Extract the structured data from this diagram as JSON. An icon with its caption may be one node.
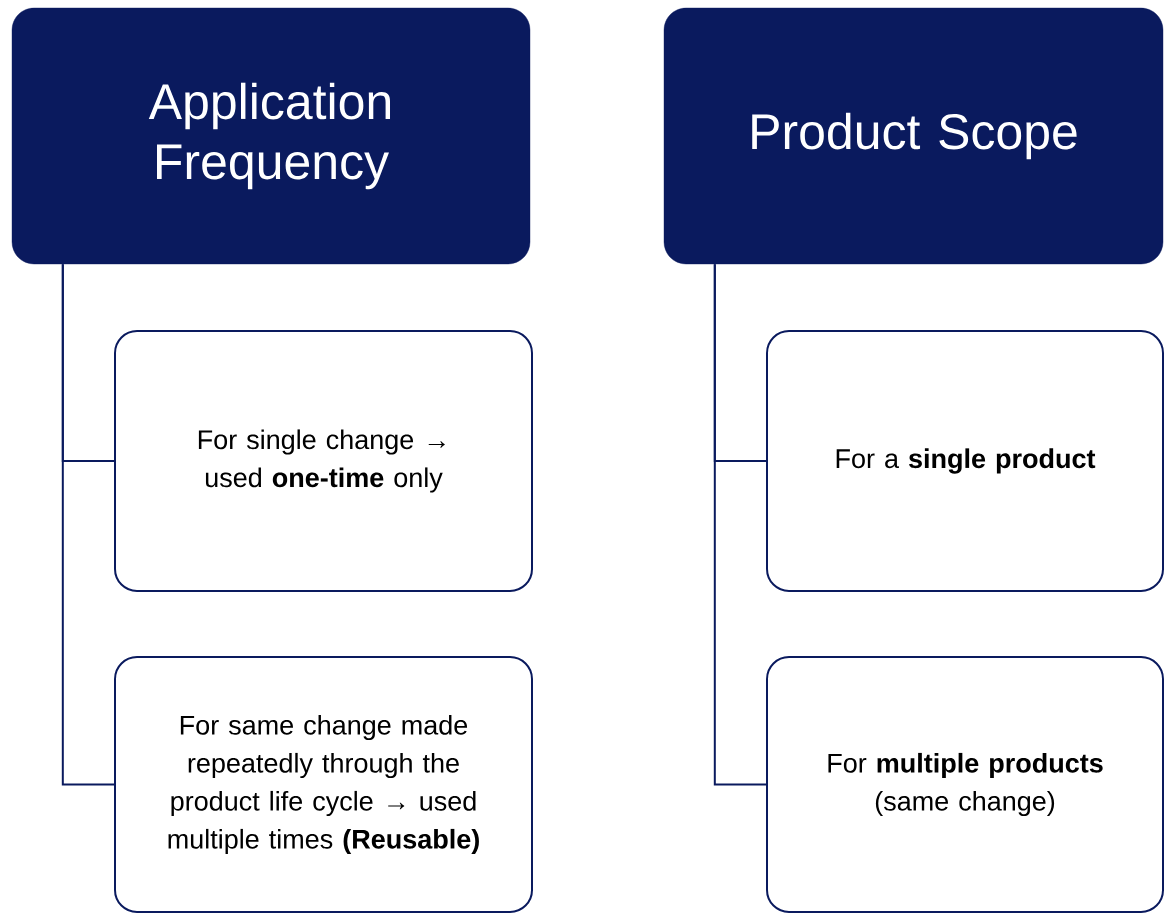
{
  "diagram": {
    "nodes": [
      {
        "text": [
          "Application Frequency"
        ]
      },
      {
        "text": [
          "For single change → used **one-time** only"
        ]
      },
      {
        "text": [
          "For same change made repeatedly through the product life cycle → used multiple times **(Reusable)**"
        ]
      },
      {
        "text": [
          "Product Scope"
        ]
      },
      {
        "text": [
          "For a **single product**"
        ]
      },
      {
        "text": [
          "For **multiple products** (same change)"
        ]
      }
    ],
    "edges": [
      {
        "from": 0,
        "to": 1,
        "arrow": "none"
      },
      {
        "from": 0,
        "to": 2,
        "arrow": "none"
      },
      {
        "from": 3,
        "to": 4,
        "arrow": "none"
      },
      {
        "from": 3,
        "to": 5,
        "arrow": "none"
      }
    ]
  }
}
